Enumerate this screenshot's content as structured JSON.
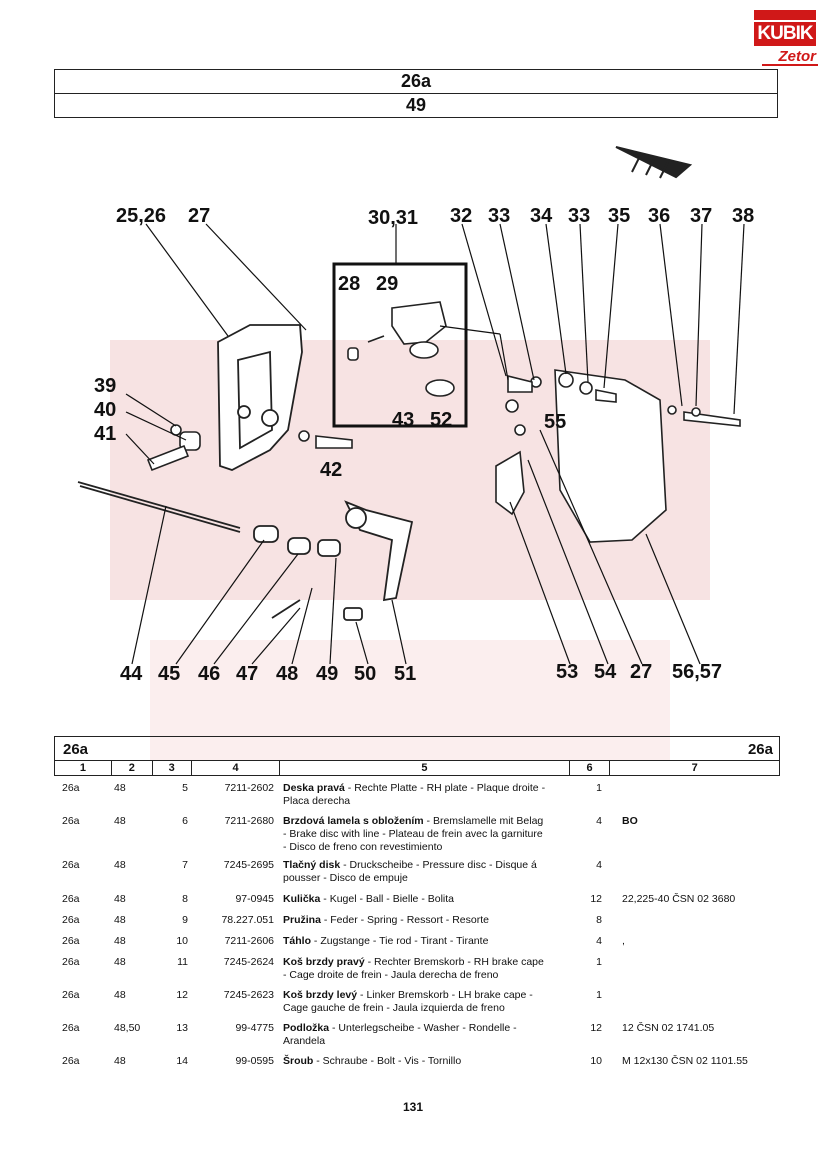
{
  "logo": {
    "brand": "KUBIK",
    "sub": "Zetor"
  },
  "header": {
    "group": "26a",
    "page_ref": "49"
  },
  "diagram": {
    "callouts_top": [
      "25,26",
      "27",
      "30,31",
      "32",
      "33",
      "34",
      "33",
      "35",
      "36",
      "37",
      "38"
    ],
    "callouts_inset": [
      "28",
      "29",
      "43",
      "52"
    ],
    "callouts_left": [
      "39",
      "40",
      "41"
    ],
    "callout_42": "42",
    "callout_55": "55",
    "callouts_bottom": [
      "44",
      "45",
      "46",
      "47",
      "48",
      "49",
      "50",
      "51",
      "53",
      "54",
      "27",
      "56,57"
    ]
  },
  "table": {
    "group_left": "26a",
    "group_right": "26a",
    "columns": [
      "1",
      "2",
      "3",
      "4",
      "5",
      "6",
      "7"
    ],
    "rows": [
      {
        "c1": "26a",
        "c2": "48",
        "c3": "5",
        "c4": "7211-2602",
        "name": "Deska pravá",
        "desc": " - Rechte Platte - RH plate - Plaque droite -",
        "desc2": "Placa derecha",
        "desc3": "",
        "qty": "1",
        "note": ""
      },
      {
        "c1": "26a",
        "c2": "48",
        "c3": "6",
        "c4": "7211-2680",
        "name": "Brzdová lamela s obložením",
        "desc": " - Bremslamelle mit Belag",
        "desc2": "- Brake disc with line - Plateau de frein avec la garniture",
        "desc3": "- Disco de freno con revestimiento",
        "qty": "4",
        "note": "BO"
      },
      {
        "c1": "26a",
        "c2": "48",
        "c3": "7",
        "c4": "7245-2695",
        "name": "Tlačný disk",
        "desc": " - Druckscheibe - Pressure disc - Disque á",
        "desc2": "pousser - Disco de empuje",
        "desc3": "",
        "qty": "4",
        "note": ""
      },
      {
        "c1": "26a",
        "c2": "48",
        "c3": "8",
        "c4": "97-0945",
        "name": "Kulička",
        "desc": " - Kugel - Ball - Bielle - Bolita",
        "desc2": "",
        "desc3": "",
        "qty": "12",
        "note": "22,225-40 ČSN 02 3680"
      },
      {
        "c1": "26a",
        "c2": "48",
        "c3": "9",
        "c4": "78.227.051",
        "name": "Pružina",
        "desc": " - Feder - Spring - Ressort - Resorte",
        "desc2": "",
        "desc3": "",
        "qty": "8",
        "note": ""
      },
      {
        "c1": "26a",
        "c2": "48",
        "c3": "10",
        "c4": "7211-2606",
        "name": "Táhlo",
        "desc": " - Zugstange - Tie rod - Tirant - Tirante",
        "desc2": "",
        "desc3": "",
        "qty": "4",
        "note": ","
      },
      {
        "c1": "26a",
        "c2": "48",
        "c3": "11",
        "c4": "7245-2624",
        "name": "Koš brzdy pravý",
        "desc": " - Rechter Bremskorb - RH brake cape",
        "desc2": "- Cage droite de frein - Jaula derecha de freno",
        "desc3": "",
        "qty": "1",
        "note": ""
      },
      {
        "c1": "26a",
        "c2": "48",
        "c3": "12",
        "c4": "7245-2623",
        "name": "Koš brzdy levý",
        "desc": " - Linker Bremskorb - LH brake cape -",
        "desc2": "Cage gauche de frein - Jaula izquierda de freno",
        "desc3": "",
        "qty": "1",
        "note": ""
      },
      {
        "c1": "26a",
        "c2": "48,50",
        "c3": "13",
        "c4": "99-4775",
        "name": "Podložka",
        "desc": " - Unterlegscheibe - Washer - Rondelle -",
        "desc2": "Arandela",
        "desc3": "",
        "qty": "12",
        "note": "12 ČSN 02 1741.05"
      },
      {
        "c1": "26a",
        "c2": "48",
        "c3": "14",
        "c4": "99-0595",
        "name": "Šroub",
        "desc": " - Schraube - Bolt - Vis - Tornillo",
        "desc2": "",
        "desc3": "",
        "qty": "10",
        "note": "M 12x130 ČSN 02 1101.55"
      }
    ]
  },
  "footer": {
    "page_number": "131"
  }
}
